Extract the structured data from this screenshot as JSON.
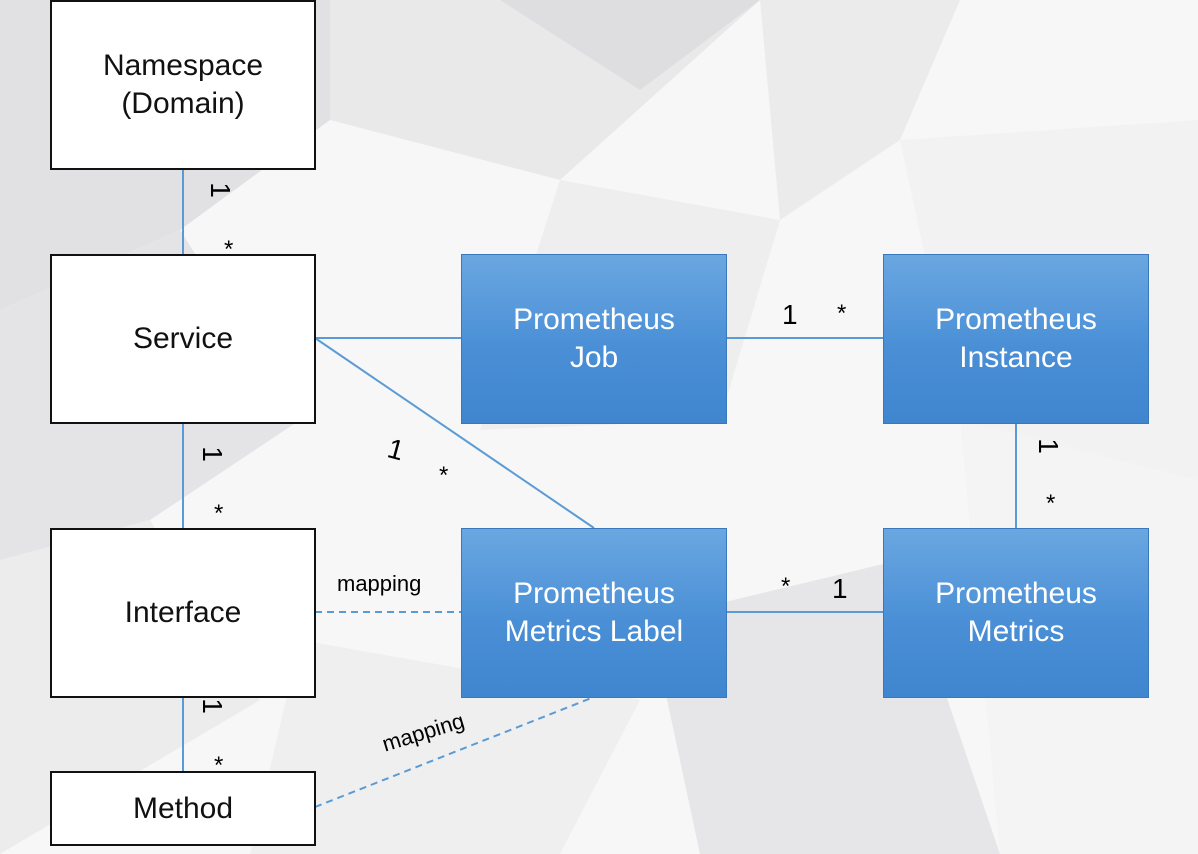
{
  "nodes": {
    "namespace": [
      "Namespace",
      "(Domain)"
    ],
    "service": [
      "Service"
    ],
    "interface": [
      "Interface"
    ],
    "method": [
      "Method"
    ],
    "job": [
      "Prometheus",
      "Job"
    ],
    "instance": [
      "Prometheus",
      "Instance"
    ],
    "metrics_label": [
      "Prometheus",
      "Metrics Label"
    ],
    "metrics": [
      "Prometheus",
      "Metrics"
    ]
  },
  "multiplicity": {
    "namespace_service": [
      "1",
      "*"
    ],
    "service_interface": [
      "1",
      "*"
    ],
    "interface_method": [
      "1",
      "*"
    ],
    "service_metrics_label": [
      "1",
      "*"
    ],
    "job_instance": [
      "1",
      "*"
    ],
    "instance_metrics": [
      "1",
      "*"
    ],
    "metrics_label_metrics": [
      "*",
      "1"
    ]
  },
  "edge_labels": {
    "interface_mapping": "mapping",
    "method_mapping": "mapping"
  },
  "colors": {
    "line": "#5b9bd5",
    "box_border": "#111111",
    "blue_box": "#4a8fd6"
  }
}
